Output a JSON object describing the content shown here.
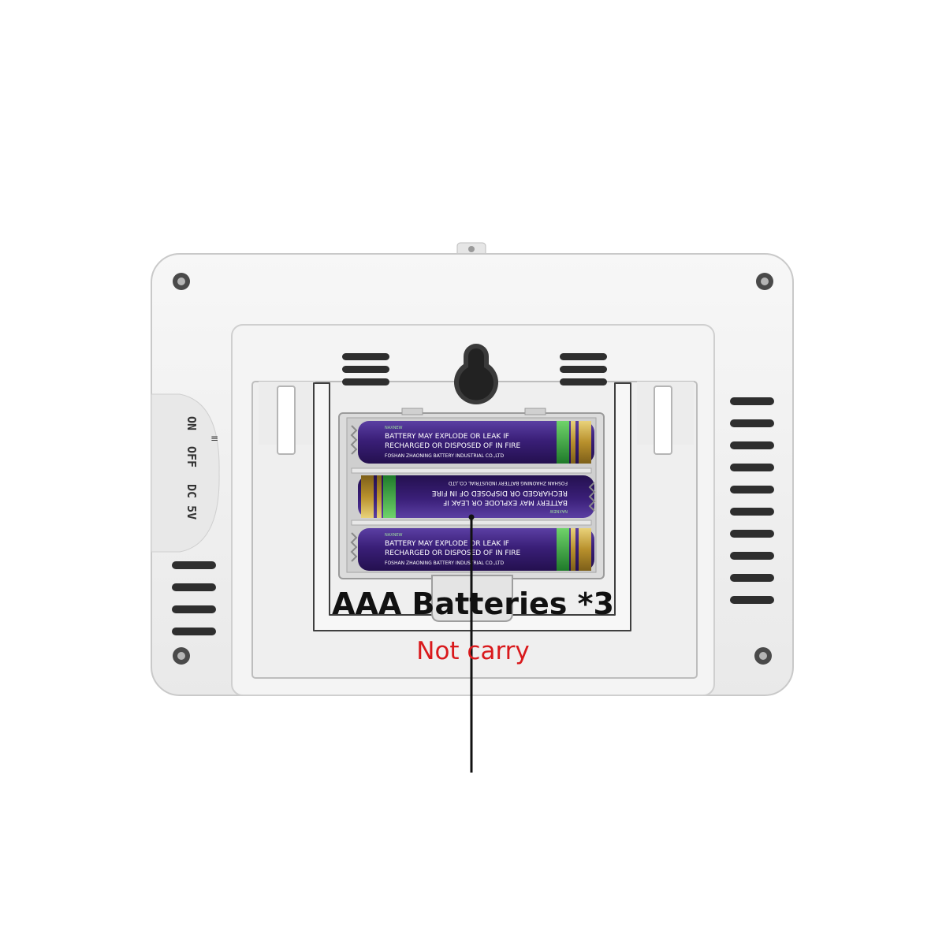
{
  "device": {
    "switch_labels": [
      "ON",
      "OFF",
      "DC 5V"
    ],
    "battery_warning_lines": [
      "BATTERY MAY EXPLODE OR LEAK IF",
      "RECHARGED OR DISPOSED OF IN FIRE",
      "FOSHAN ZHAONING BATTERY INDUSTRIAL CO.,LTD"
    ],
    "battery_brand": "NAXNEW",
    "battery_count": 3,
    "colors": {
      "housing": "#f2f2f2",
      "battery": "#3a1f78",
      "caption_accent": "#d9191c"
    }
  },
  "caption": {
    "title": "AAA Batteries *3",
    "subtitle": "Not carry"
  }
}
